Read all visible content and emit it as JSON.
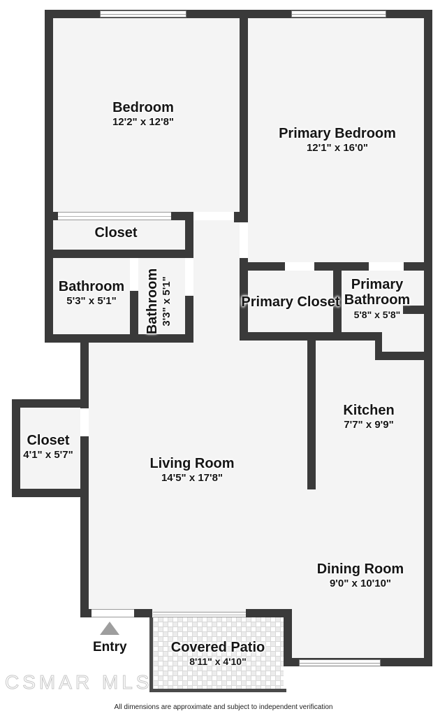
{
  "floorplan": {
    "rooms": [
      {
        "name": "Bedroom",
        "dims": "12'2\" x 12'8\""
      },
      {
        "name": "Primary Bedroom",
        "dims": "12'1\" x 16'0\""
      },
      {
        "name": "Closet",
        "dims": ""
      },
      {
        "name": "Bathroom",
        "dims": "5'3\" x 5'1\""
      },
      {
        "name": "Bathroom",
        "dims": "3'3\" x 5'1\""
      },
      {
        "name": "Primary Closet",
        "dims": ""
      },
      {
        "name": "Primary Bathroom",
        "dims": "5'8\" x 5'8\""
      },
      {
        "name": "Kitchen",
        "dims": "7'7\" x 9'9\""
      },
      {
        "name": "Closet",
        "dims": "4'1\" x 5'7\""
      },
      {
        "name": "Living Room",
        "dims": "14'5\" x 17'8\""
      },
      {
        "name": "Dining Room",
        "dims": "9'0\" x 10'10\""
      },
      {
        "name": "Covered Patio",
        "dims": "8'11\" x 4'10\""
      }
    ],
    "entry_label": "Entry",
    "watermark": "CSMAR MLS",
    "disclaimer": "All dimensions are approximate and subject to independent verification",
    "colors": {
      "wall": "#3a3a3a",
      "floor": "#f4f4f4",
      "entry_arrow": "#9e9e9e"
    }
  }
}
